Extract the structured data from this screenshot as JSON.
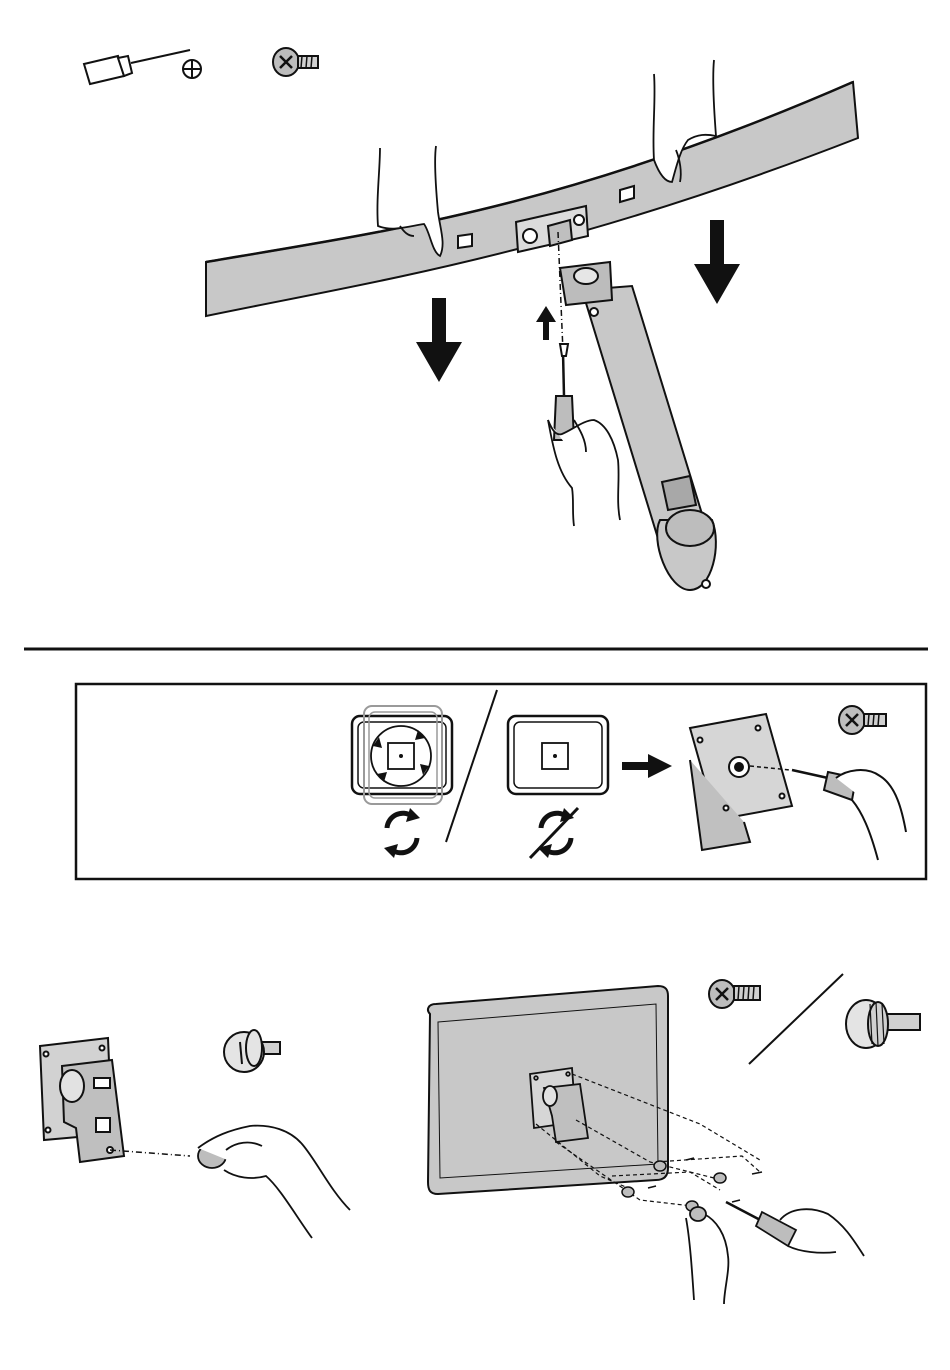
{
  "page": {
    "type": "assembly-instructions",
    "background": "#ffffff",
    "ink": "#111111",
    "part_fill": "#c8c8c8",
    "part_fill_light": "#dcdcdc",
    "ghost_stroke": "#9a9a9a"
  },
  "steps": {
    "mount_bar": {
      "tools": [
        "phillips-screwdriver-icon",
        "machine-screw-icon"
      ],
      "parts": [
        "curved-crossbar",
        "monitor-arm",
        "screwdriver",
        "hands"
      ],
      "arrows": [
        "down",
        "down",
        "up"
      ]
    },
    "rotation_panel": {
      "options": [
        "rotating-plate",
        "fixed-plate"
      ],
      "icons": [
        "rotate-icon",
        "no-rotate-icon",
        "machine-screw-icon"
      ]
    },
    "attach_monitor": {
      "icons": [
        "thumb-screw-icon",
        "machine-screw-icon",
        "knurled-knob-icon"
      ],
      "parts": [
        "vesa-bracket",
        "monitor-back",
        "screws",
        "screwdriver",
        "hands"
      ]
    }
  }
}
